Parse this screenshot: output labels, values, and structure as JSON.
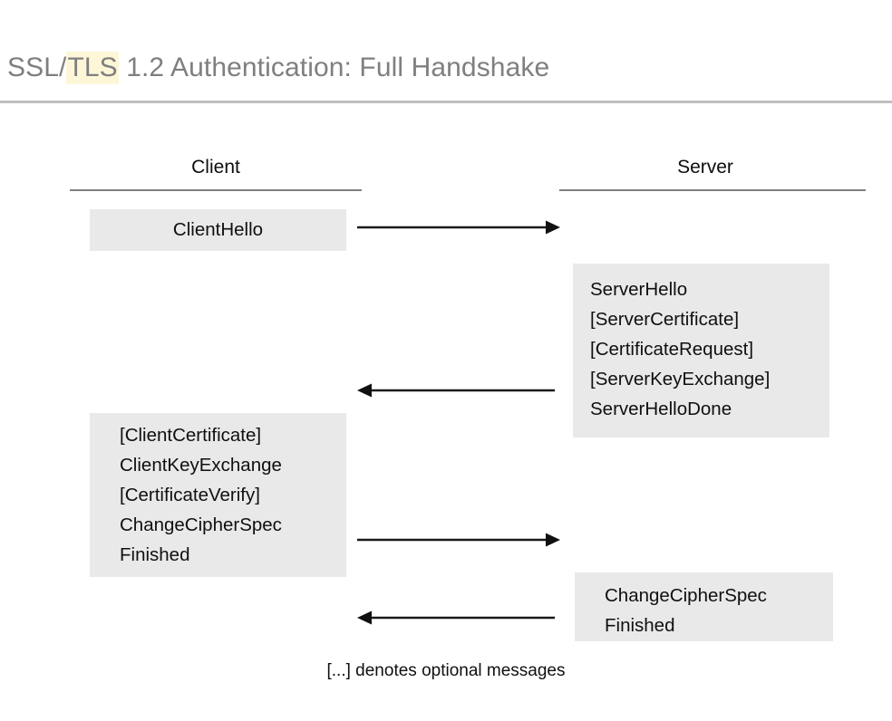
{
  "slide": {
    "title_prefix": "SSL/",
    "title_highlight": "TLS",
    "title_suffix": " 1.2 Authentication: Full Handshake",
    "highlight_color": "#fdf7d8",
    "title_color": "#7f7f7f",
    "box_color": "#e9e9e9",
    "rule_color": "#bfbfbf"
  },
  "columns": {
    "client_label": "Client",
    "server_label": "Server"
  },
  "messages": {
    "client_hello": {
      "lines": [
        "ClientHello"
      ]
    },
    "server_flight": {
      "lines": [
        "ServerHello",
        "[ServerCertificate]",
        "[CertificateRequest]",
        "[ServerKeyExchange]",
        "ServerHelloDone"
      ]
    },
    "client_flight": {
      "lines": [
        "[ClientCertificate]",
        "ClientKeyExchange",
        "[CertificateVerify]",
        "ChangeCipherSpec",
        "Finished"
      ]
    },
    "server_finish": {
      "lines": [
        "ChangeCipherSpec",
        "Finished"
      ]
    }
  },
  "arrows": [
    {
      "name": "client-to-server-1",
      "direction": "right"
    },
    {
      "name": "server-to-client-1",
      "direction": "left"
    },
    {
      "name": "client-to-server-2",
      "direction": "right"
    },
    {
      "name": "server-to-client-2",
      "direction": "left"
    }
  ],
  "caption": "[...] denotes optional messages"
}
